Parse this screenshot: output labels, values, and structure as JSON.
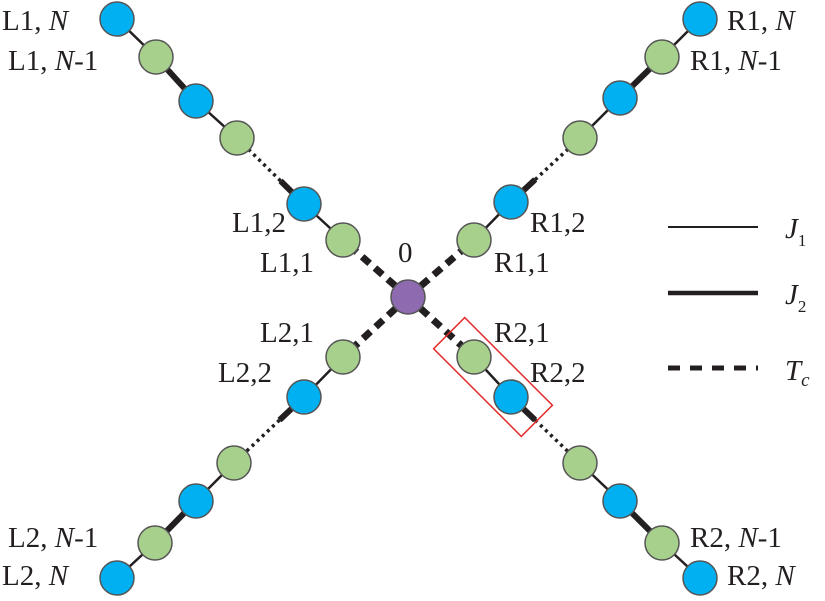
{
  "colors": {
    "site_a": "#a8d08d",
    "site_b": "#00b0f0",
    "center": "#8e6bb0",
    "highlight": "#e32a2a",
    "line": "#231f20"
  },
  "center_label": "0",
  "labels": {
    "l1_n": "L1, ",
    "l1_n_var": "N",
    "l1_n1": "L1, ",
    "l1_n1_var": "N",
    "l1_n1_suffix": "-1",
    "l1_2": "L1,2",
    "l1_1": "L1,1",
    "r1_n": "R1, ",
    "r1_n_var": "N",
    "r1_n1": "R1, ",
    "r1_n1_var": "N",
    "r1_n1_suffix": "-1",
    "r1_2": "R1,2",
    "r1_1": "R1,1",
    "l2_1": "L2,1",
    "l2_2": "L2,2",
    "l2_n1": "L2, ",
    "l2_n1_var": "N",
    "l2_n1_suffix": "-1",
    "l2_n": "L2, ",
    "l2_n_var": "N",
    "r2_1": "R2,1",
    "r2_2": "R2,2",
    "r2_n1": "R2, ",
    "r2_n1_var": "N",
    "r2_n1_suffix": "-1",
    "r2_n": "R2, ",
    "r2_n_var": "N"
  },
  "legend": [
    {
      "symbol": "J",
      "sub": "1",
      "style": "thin"
    },
    {
      "symbol": "J",
      "sub": "2",
      "style": "thick"
    },
    {
      "symbol": "T",
      "sub": "c",
      "style": "dashed"
    }
  ]
}
